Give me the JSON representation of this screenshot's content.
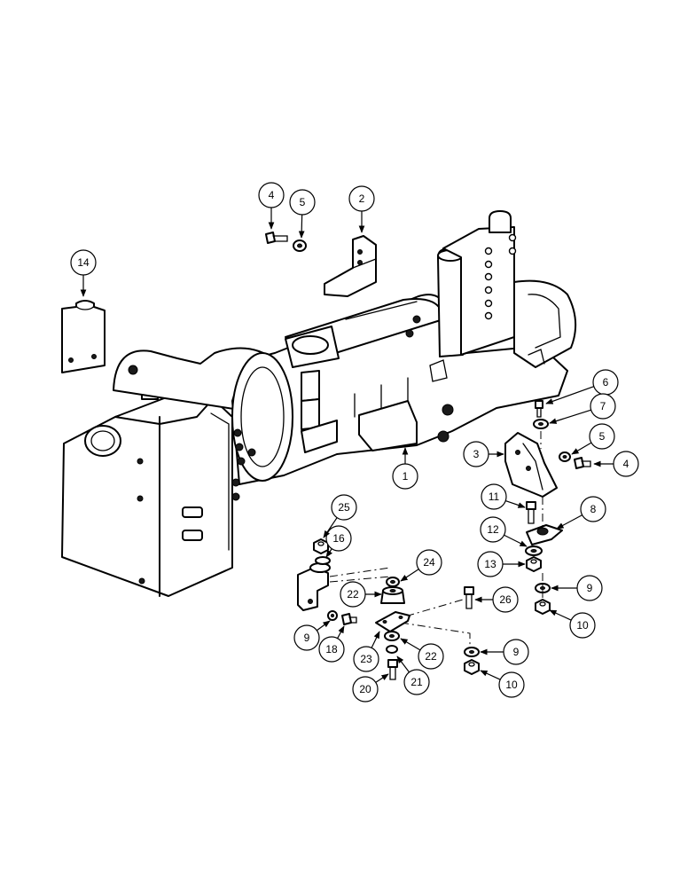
{
  "diagram": {
    "callouts": [
      {
        "id": "c1",
        "label": "1"
      },
      {
        "id": "c2",
        "label": "2"
      },
      {
        "id": "c3",
        "label": "3"
      },
      {
        "id": "c4a",
        "label": "4"
      },
      {
        "id": "c4b",
        "label": "4"
      },
      {
        "id": "c5a",
        "label": "5"
      },
      {
        "id": "c5b",
        "label": "5"
      },
      {
        "id": "c6",
        "label": "6"
      },
      {
        "id": "c7",
        "label": "7"
      },
      {
        "id": "c8",
        "label": "8"
      },
      {
        "id": "c9a",
        "label": "9"
      },
      {
        "id": "c9b",
        "label": "9"
      },
      {
        "id": "c9c",
        "label": "9"
      },
      {
        "id": "c10a",
        "label": "10"
      },
      {
        "id": "c10b",
        "label": "10"
      },
      {
        "id": "c11",
        "label": "11"
      },
      {
        "id": "c12",
        "label": "12"
      },
      {
        "id": "c13",
        "label": "13"
      },
      {
        "id": "c14",
        "label": "14"
      },
      {
        "id": "c16",
        "label": "16"
      },
      {
        "id": "c18",
        "label": "18"
      },
      {
        "id": "c20",
        "label": "20"
      },
      {
        "id": "c21",
        "label": "21"
      },
      {
        "id": "c22a",
        "label": "22"
      },
      {
        "id": "c22b",
        "label": "22"
      },
      {
        "id": "c23",
        "label": "23"
      },
      {
        "id": "c24",
        "label": "24"
      },
      {
        "id": "c25",
        "label": "25"
      },
      {
        "id": "c26",
        "label": "26"
      }
    ]
  }
}
